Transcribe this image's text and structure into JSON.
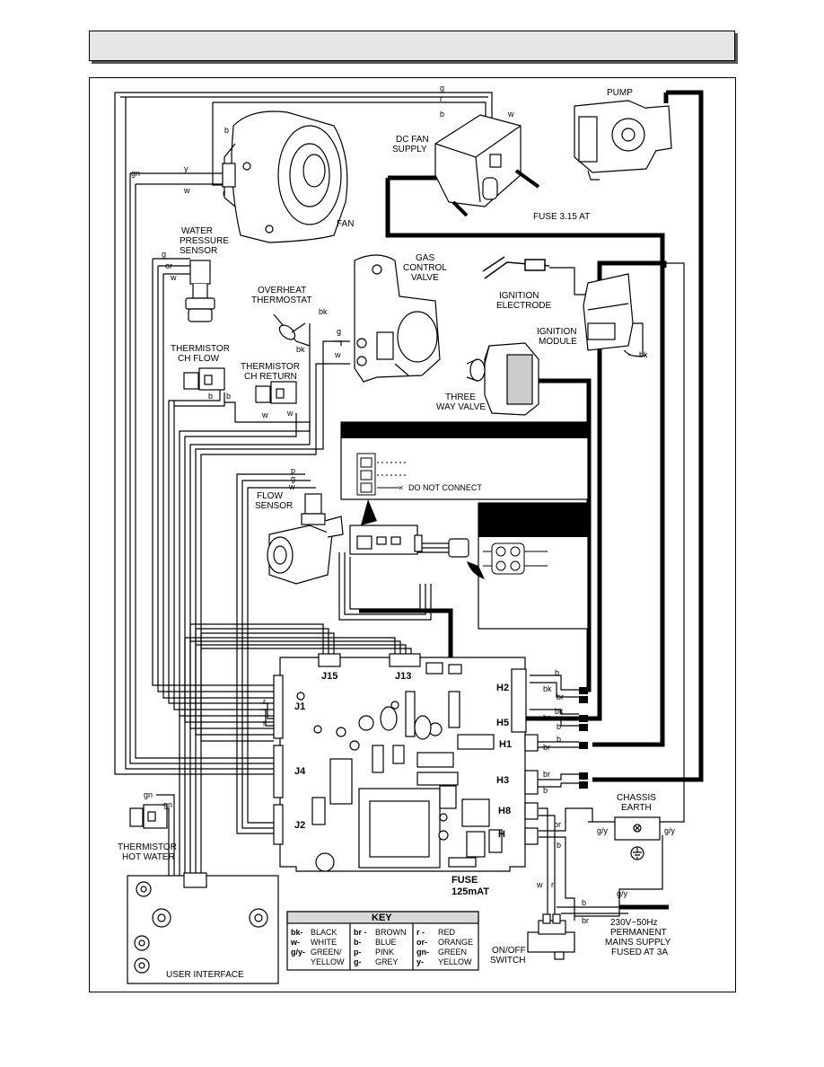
{
  "labels": {
    "pump": "PUMP",
    "dc_fan_supply_1": "DC FAN",
    "dc_fan_supply_2": "SUPPLY",
    "fan": "FAN",
    "fuse_315": "FUSE 3.15 AT",
    "water_pressure_1": "WATER",
    "water_pressure_2": "PRESSURE",
    "water_pressure_3": "SENSOR",
    "gas_valve_1": "GAS",
    "gas_valve_2": "CONTROL",
    "gas_valve_3": "VALVE",
    "overheat_1": "OVERHEAT",
    "overheat_2": "THERMOSTAT",
    "ign_electrode_1": "IGNITION",
    "ign_electrode_2": "ELECTRODE",
    "ign_module_1": "IGNITION",
    "ign_module_2": "MODULE",
    "therm_flow_1": "THERMISTOR",
    "therm_flow_2": "CH FLOW",
    "therm_return_1": "THERMISTOR",
    "therm_return_2": "CH RETURN",
    "three_way_1": "THREE",
    "three_way_2": "WAY VALVE",
    "do_not_connect": "DO NOT CONNECT",
    "flow_sensor_1": "FLOW",
    "flow_sensor_2": "SENSOR",
    "chassis_1": "CHASSIS",
    "chassis_2": "EARTH",
    "therm_hw_1": "THERMISTOR",
    "therm_hw_2": "HOT WATER",
    "user_interface": "USER INTERFACE",
    "fuse_main_1": "FUSE",
    "fuse_main_2": "125mAT",
    "onoff_1": "ON/OFF",
    "onoff_2": "SWITCH",
    "mains_1": "230V~50Hz",
    "mains_2": "PERMANENT",
    "mains_3": "MAINS SUPPLY",
    "mains_4": "FUSED AT 3A"
  },
  "connectors": {
    "j15": "J15",
    "j13": "J13",
    "j1": "J1",
    "j4": "J4",
    "j2": "J2",
    "h2": "H2",
    "h5": "H5",
    "h1": "H1",
    "h3": "H3",
    "h8": "H8",
    "h": "H"
  },
  "wire_labels": {
    "g": "g",
    "r": "r",
    "b": "b",
    "w": "w",
    "y": "y",
    "gn": "gn",
    "or": "or",
    "bk": "bk",
    "p": "p",
    "br": "br",
    "gy": "g/y"
  },
  "key": {
    "title": "KEY",
    "col1": [
      [
        "bk-",
        "BLACK"
      ],
      [
        "w-",
        "WHITE"
      ],
      [
        "g/y-",
        "GREEN/"
      ],
      [
        "",
        "YELLOW"
      ]
    ],
    "col2": [
      [
        "br -",
        "BROWN"
      ],
      [
        "b-",
        "BLUE"
      ],
      [
        "p-",
        "PINK"
      ],
      [
        "g-",
        "GREY"
      ]
    ],
    "col3": [
      [
        "r -",
        "RED"
      ],
      [
        "or-",
        "ORANGE"
      ],
      [
        "gn-",
        "GREEN"
      ],
      [
        "y-",
        "YELLOW"
      ]
    ]
  }
}
